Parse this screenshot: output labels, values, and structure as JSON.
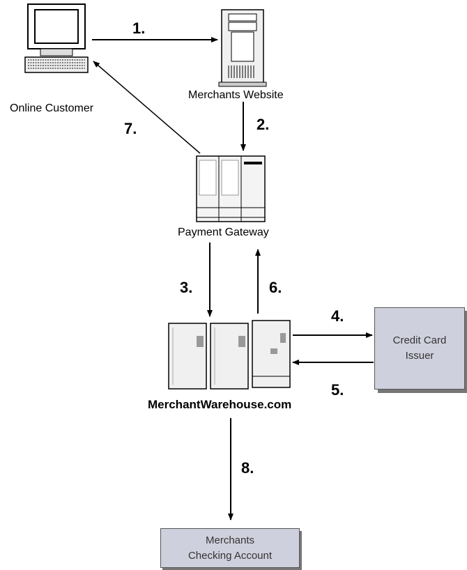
{
  "nodes": {
    "online_customer": "Online Customer",
    "merchants_website": "Merchants Website",
    "payment_gateway": "Payment Gateway",
    "merchant_warehouse": "MerchantWarehouse.com",
    "credit_card_issuer": [
      "Credit Card",
      "Issuer"
    ],
    "checking_account": [
      "Merchants",
      "Checking Account"
    ]
  },
  "steps": [
    "1.",
    "2.",
    "3.",
    "4.",
    "5.",
    "6.",
    "7.",
    "8."
  ],
  "colors": {
    "box_fill": "#cfd0dd",
    "shadow": "#777777",
    "line": "#000000"
  }
}
